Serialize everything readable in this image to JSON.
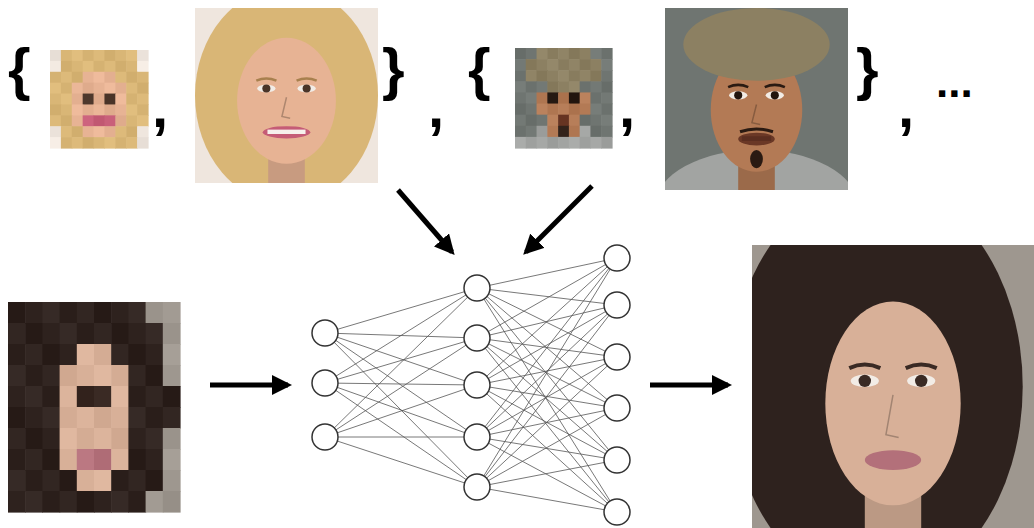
{
  "diagram": {
    "labels": [
      "{",
      ",",
      "}",
      ",",
      "{",
      ",",
      "}",
      ",",
      "..."
    ]
  }
}
